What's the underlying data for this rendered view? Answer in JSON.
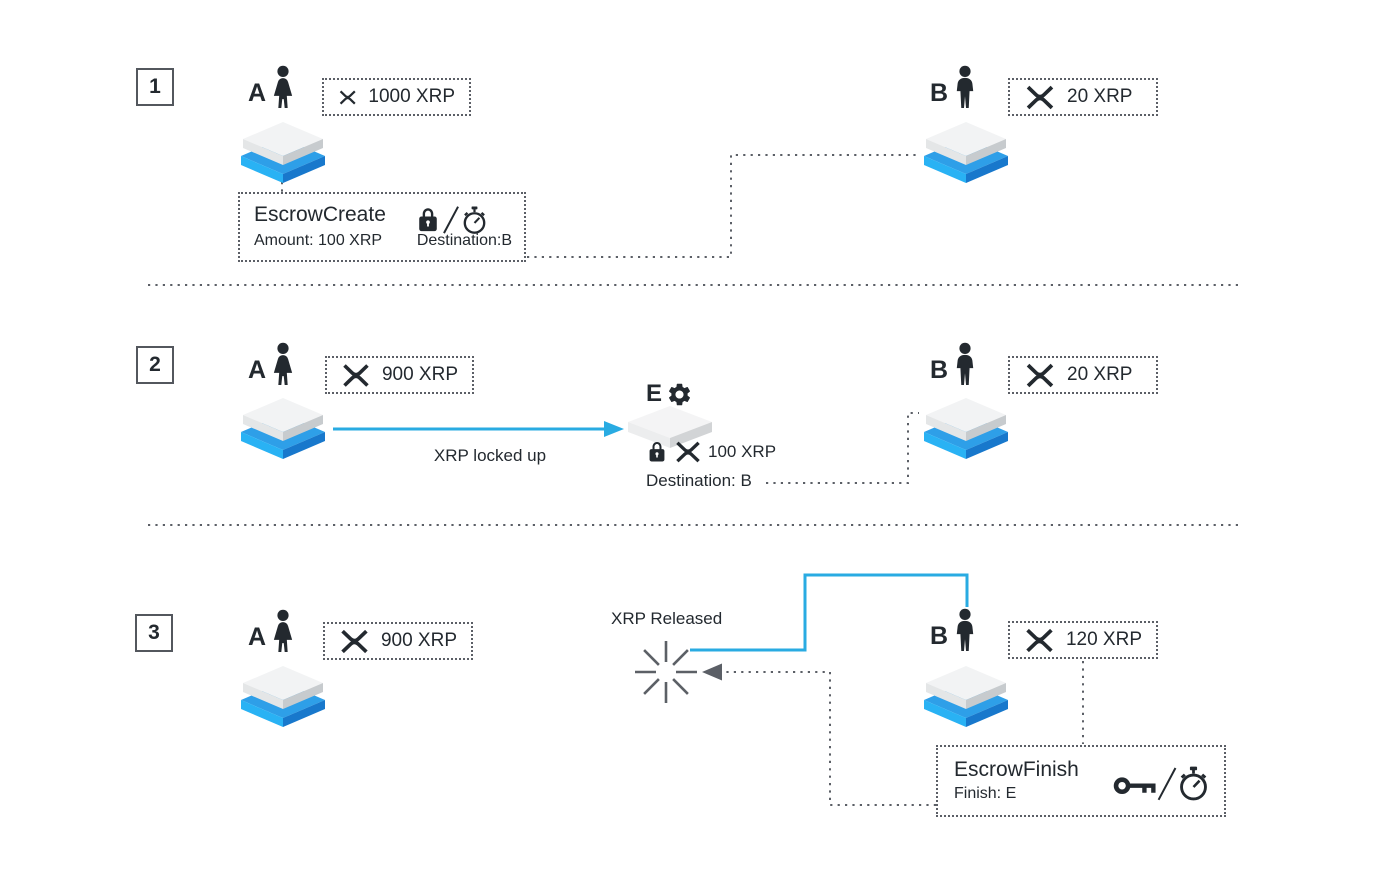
{
  "steps": [
    {
      "number": "1",
      "actor_a": {
        "label": "A",
        "icon": "woman-icon",
        "balance": "1000 XRP"
      },
      "actor_b": {
        "label": "B",
        "icon": "man-icon",
        "balance": "20 XRP"
      },
      "transaction": {
        "title": "EscrowCreate",
        "amount": "Amount: 100 XRP",
        "destination": "Destination:B",
        "icons": [
          "lock-icon",
          "stopwatch-icon"
        ]
      }
    },
    {
      "number": "2",
      "actor_a": {
        "label": "A",
        "icon": "woman-icon",
        "balance": "900 XRP"
      },
      "actor_b": {
        "label": "B",
        "icon": "man-icon",
        "balance": "20 XRP"
      },
      "flow_label": "XRP locked up",
      "escrow": {
        "label": "E",
        "icon": "gear-icon",
        "locked_icons": [
          "lock-icon",
          "xrp-logo-icon"
        ],
        "locked_amount": "100 XRP",
        "destination": "Destination: B"
      }
    },
    {
      "number": "3",
      "actor_a": {
        "label": "A",
        "icon": "woman-icon",
        "balance": "900 XRP"
      },
      "actor_b": {
        "label": "B",
        "icon": "man-icon",
        "balance": "120 XRP"
      },
      "release_label": "XRP Released",
      "release_icon": "burst-icon",
      "transaction": {
        "title": "EscrowFinish",
        "finish": "Finish: E",
        "icons": [
          "key-icon",
          "stopwatch-icon"
        ]
      }
    }
  ],
  "colors": {
    "accent_blue": "#29ABE2",
    "ledger_blue_light": "#29B2F4",
    "ledger_blue_dark": "#1878CC",
    "ink": "#23292F",
    "dotted_gray": "#5b5f66"
  }
}
